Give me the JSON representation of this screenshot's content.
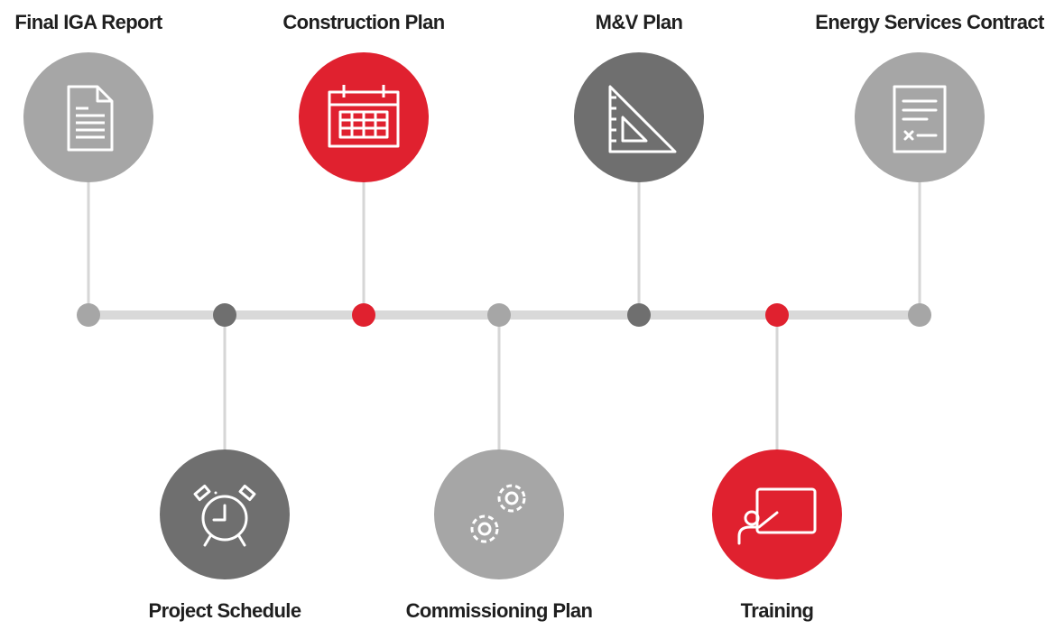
{
  "milestones": [
    {
      "label": "Final IGA Report",
      "icon": "document-icon",
      "color": "#a6a6a6"
    },
    {
      "label": "Project Schedule",
      "icon": "alarm-clock-icon",
      "color": "#6f6f6f"
    },
    {
      "label": "Construction Plan",
      "icon": "calendar-icon",
      "color": "#e0212f"
    },
    {
      "label": "Commissioning Plan",
      "icon": "gears-icon",
      "color": "#a6a6a6"
    },
    {
      "label": "M&V Plan",
      "icon": "set-square-icon",
      "color": "#6f6f6f"
    },
    {
      "label": "Training",
      "icon": "presentation-board-icon",
      "color": "#e0212f"
    },
    {
      "label": "Energy Services Contract",
      "icon": "contract-icon",
      "color": "#a6a6a6"
    }
  ]
}
